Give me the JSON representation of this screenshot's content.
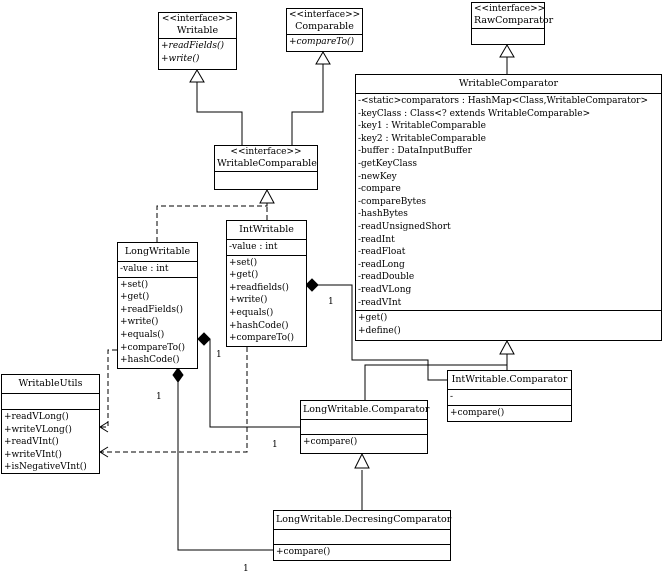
{
  "classes": {
    "writable": {
      "stereotype": "<<interface>>",
      "name": "Writable",
      "methods": [
        "+readFields()",
        "+write()"
      ]
    },
    "comparable": {
      "stereotype": "<<interface>>",
      "name": "Comparable",
      "methods": [
        "+compareTo()"
      ]
    },
    "raw_comparator": {
      "stereotype": "<<interface>>",
      "name": "RawComparator"
    },
    "writable_comparable": {
      "stereotype": "<<interface>>",
      "name": "WritableComparable"
    },
    "writable_comparator": {
      "name": "WritableComparator",
      "attributes": [
        "-<static>comparators : HashMap<Class,WritableComparator>",
        "-keyClass : Class<? extends WritableComparable>",
        "-key1 : WritableComparable",
        "-key2 : WritableComparable",
        "-buffer : DataInputBuffer",
        "-getKeyClass",
        "-newKey",
        "-compare",
        "-compareBytes",
        "-hashBytes",
        "-readUnsignedShort",
        "-readInt",
        "-readFloat",
        "-readLong",
        "-readDouble",
        "-readVLong",
        "-readVInt"
      ],
      "methods": [
        "+get()",
        "+define()"
      ]
    },
    "long_writable": {
      "name": "LongWritable",
      "attributes": [
        "-value : int"
      ],
      "methods": [
        "+set()",
        "+get()",
        "+readFields()",
        "+write()",
        "+equals()",
        "+compareTo()",
        "+hashCode()"
      ]
    },
    "int_writable": {
      "name": "IntWritable",
      "attributes": [
        "-value : int"
      ],
      "methods": [
        "+set()",
        "+get()",
        "+readfields()",
        "+write()",
        "+equals()",
        "+hashCode()",
        "+compareTo()"
      ]
    },
    "writable_utils": {
      "name": "WritableUtils",
      "methods": [
        "+readVLong()",
        "+writeVLong()",
        "+readVInt()",
        "+writeVInt()",
        "+isNegativeVInt()"
      ]
    },
    "long_writable_comparator": {
      "name": "LongWritable.Comparator",
      "methods": [
        "+compare()"
      ]
    },
    "int_writable_comparator": {
      "name": "IntWritable.Comparator",
      "attributes": [
        "-"
      ],
      "methods": [
        "+compare()"
      ]
    },
    "long_writable_decresing_comparator": {
      "name": "LongWritable.DecresingComparator",
      "methods": [
        "+compare()"
      ]
    }
  },
  "multiplicities": {
    "long_near_long_writable": "1",
    "long_bottom": "1",
    "long_near_comparator": "1",
    "int_near_int_writable": "1",
    "int_near_comparator": "1"
  }
}
